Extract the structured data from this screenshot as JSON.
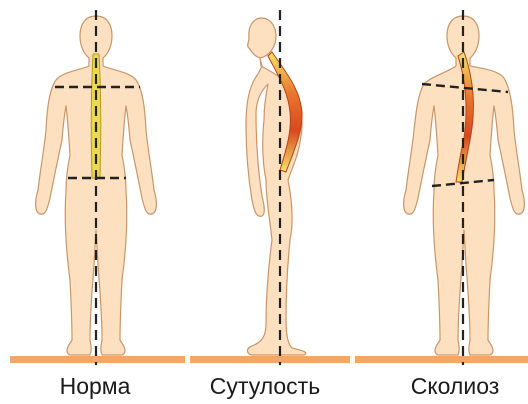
{
  "captions": {
    "norm": "Норма",
    "stoop": "Сутулость",
    "scoliosis": "Сколиоз"
  },
  "colors": {
    "skin": "#fde0c0",
    "outline": "#c9966a",
    "ground": "#f0a868",
    "spine_normal": "#e8d84a",
    "spine_curved": "#d9481e",
    "guide_line": "#222222"
  }
}
